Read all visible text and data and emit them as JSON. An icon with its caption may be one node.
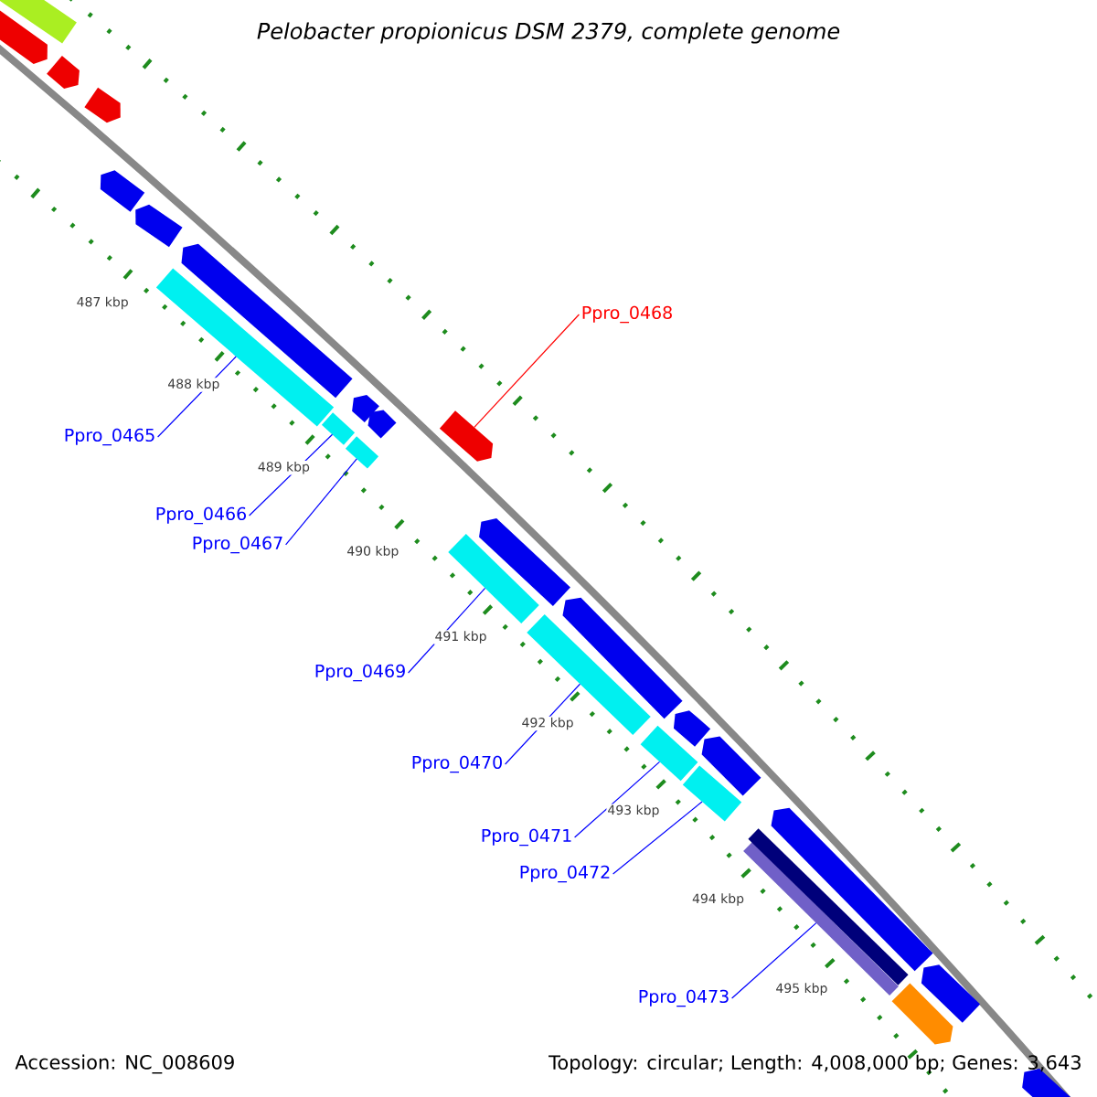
{
  "diagram": {
    "title": "Pelobacter propionicus DSM 2379, complete genome",
    "nodes": [
      {
        "text": [
          "Ppro_0465"
        ]
      },
      {
        "text": [],
        "shape": "bar"
      },
      {
        "text": [
          "Ppro_0466"
        ]
      },
      {
        "text": [],
        "shape": "bar"
      },
      {
        "text": [
          "Ppro_0467"
        ]
      },
      {
        "text": [],
        "shape": "bar"
      },
      {
        "text": [
          "Ppro_0468"
        ]
      },
      {
        "text": [],
        "shape": "arrow"
      },
      {
        "text": [
          "Ppro_0469"
        ]
      },
      {
        "text": [],
        "shape": "bar"
      },
      {
        "text": [
          "Ppro_0470"
        ]
      },
      {
        "text": [],
        "shape": "bar"
      },
      {
        "text": [
          "Ppro_0471"
        ]
      },
      {
        "text": [],
        "shape": "bar"
      },
      {
        "text": [
          "Ppro_0472"
        ]
      },
      {
        "text": [],
        "shape": "bar"
      },
      {
        "text": [
          "Ppro_0473"
        ]
      },
      {
        "text": [],
        "shape": "bar"
      },
      {
        "text": [],
        "shape": "bar"
      },
      {
        "text": [],
        "shape": "arrow"
      },
      {
        "text": [],
        "shape": "arrow"
      },
      {
        "text": [],
        "shape": "arrow"
      },
      {
        "text": [],
        "shape": "arrow"
      },
      {
        "text": [],
        "shape": "arrow"
      },
      {
        "text": [],
        "shape": "arrow"
      },
      {
        "text": [],
        "shape": "arrow"
      },
      {
        "text": [],
        "shape": "arrow"
      },
      {
        "text": [],
        "shape": "arrow"
      },
      {
        "text": [],
        "shape": "arrow"
      },
      {
        "text": [],
        "shape": "arrow"
      },
      {
        "text": [],
        "shape": "arrow"
      },
      {
        "text": [],
        "shape": "arrow"
      },
      {
        "text": [],
        "shape": "arrow"
      },
      {
        "text": [],
        "shape": "arrow"
      },
      {
        "text": [],
        "shape": "bar"
      },
      {
        "text": [],
        "shape": "arrow"
      }
    ],
    "edges": [
      {
        "from": 0,
        "to": 1,
        "arrow": "none"
      },
      {
        "from": 2,
        "to": 3,
        "arrow": "none"
      },
      {
        "from": 4,
        "to": 5,
        "arrow": "none"
      },
      {
        "from": 6,
        "to": 7,
        "arrow": "none",
        "color": "#ff0000"
      },
      {
        "from": 8,
        "to": 9,
        "arrow": "none"
      },
      {
        "from": 10,
        "to": 11,
        "arrow": "none"
      },
      {
        "from": 12,
        "to": 13,
        "arrow": "none"
      },
      {
        "from": 14,
        "to": 15,
        "arrow": "none"
      },
      {
        "from": 16,
        "to": 17,
        "arrow": "none"
      }
    ],
    "labels": [
      "487 kbp",
      "488 kbp",
      "489 kbp",
      "490 kbp",
      "491 kbp",
      "492 kbp",
      "493 kbp",
      "494 kbp",
      "495 kbp",
      "Accession: NC_008609",
      "Topology: circular; Length: 4,008,000 bp; Genes: 3,643"
    ]
  }
}
